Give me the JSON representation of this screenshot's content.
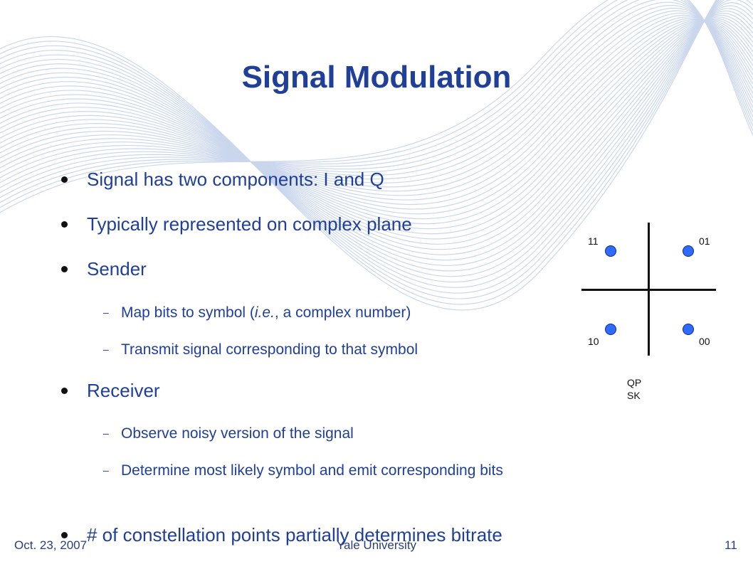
{
  "slide": {
    "title": "Signal Modulation",
    "bullets": [
      {
        "text": "Signal has two components: I and Q"
      },
      {
        "text": "Typically represented on complex plane"
      },
      {
        "text": "Sender"
      },
      {
        "text": "Receiver"
      },
      {
        "text": "# of constellation points partially determines bitrate"
      }
    ],
    "sender_sub": {
      "item1_pre": "Map bits to symbol (",
      "item1_em": "i.e.",
      "item1_post": ", a complex number)",
      "item2": "Transmit signal corresponding to that symbol"
    },
    "receiver_sub": {
      "item1": "Observe noisy version of the signal",
      "item2": "Determine most likely symbol and emit corresponding bits"
    }
  },
  "constellation": {
    "labels": [
      "11",
      "01",
      "10",
      "00"
    ],
    "caption": "QPSK",
    "point_color": "#2f6bff"
  },
  "footer": {
    "date": "Oct. 23, 2007",
    "institution": "Yale University",
    "page": "11"
  },
  "colors": {
    "title": "#1f3f99",
    "text": "#1f3f99"
  }
}
